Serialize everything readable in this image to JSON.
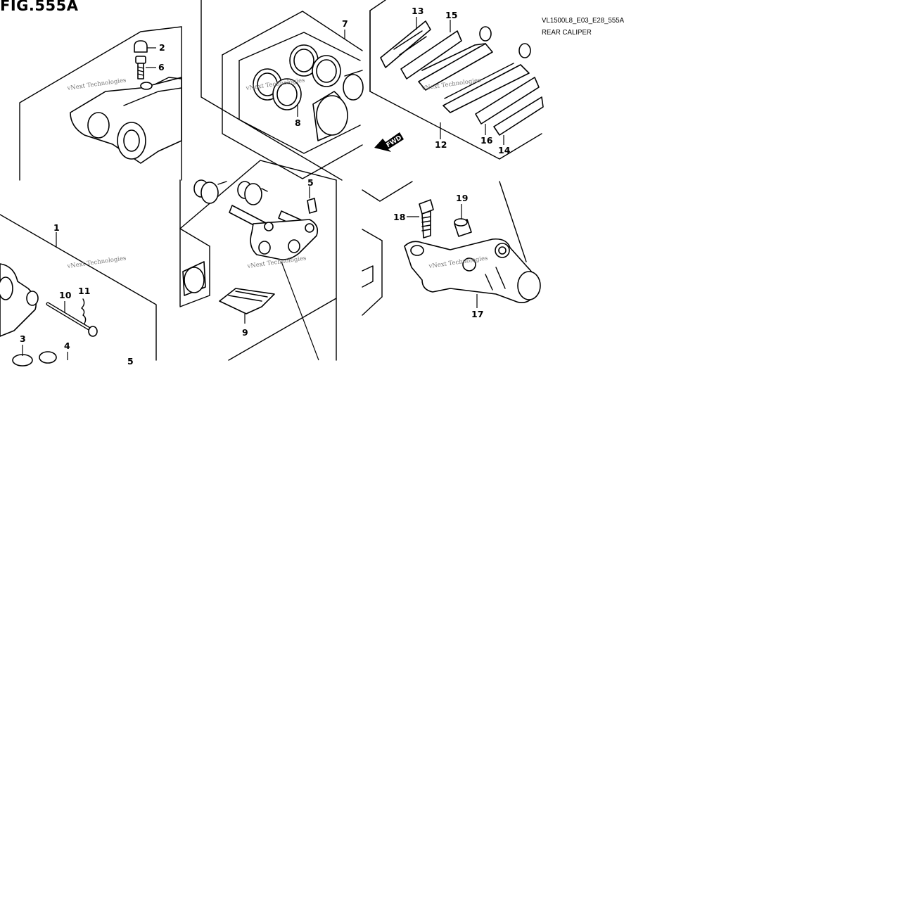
{
  "figure": {
    "title": "FIG.555A",
    "code": "VL1500L8_E03_E28_555A",
    "name": "REAR CALIPER"
  },
  "watermark": "vNext Technologies",
  "fwd_label": "FWD",
  "callouts": {
    "c1": "1",
    "c2": "2",
    "c3": "3",
    "c4": "4",
    "c5a": "5",
    "c5b": "5",
    "c6": "6",
    "c7": "7",
    "c8": "8",
    "c9": "9",
    "c10": "10",
    "c11": "11",
    "c12": "12",
    "c13": "13",
    "c14": "14",
    "c15": "15",
    "c16": "16",
    "c17": "17",
    "c18": "18",
    "c19": "19"
  }
}
